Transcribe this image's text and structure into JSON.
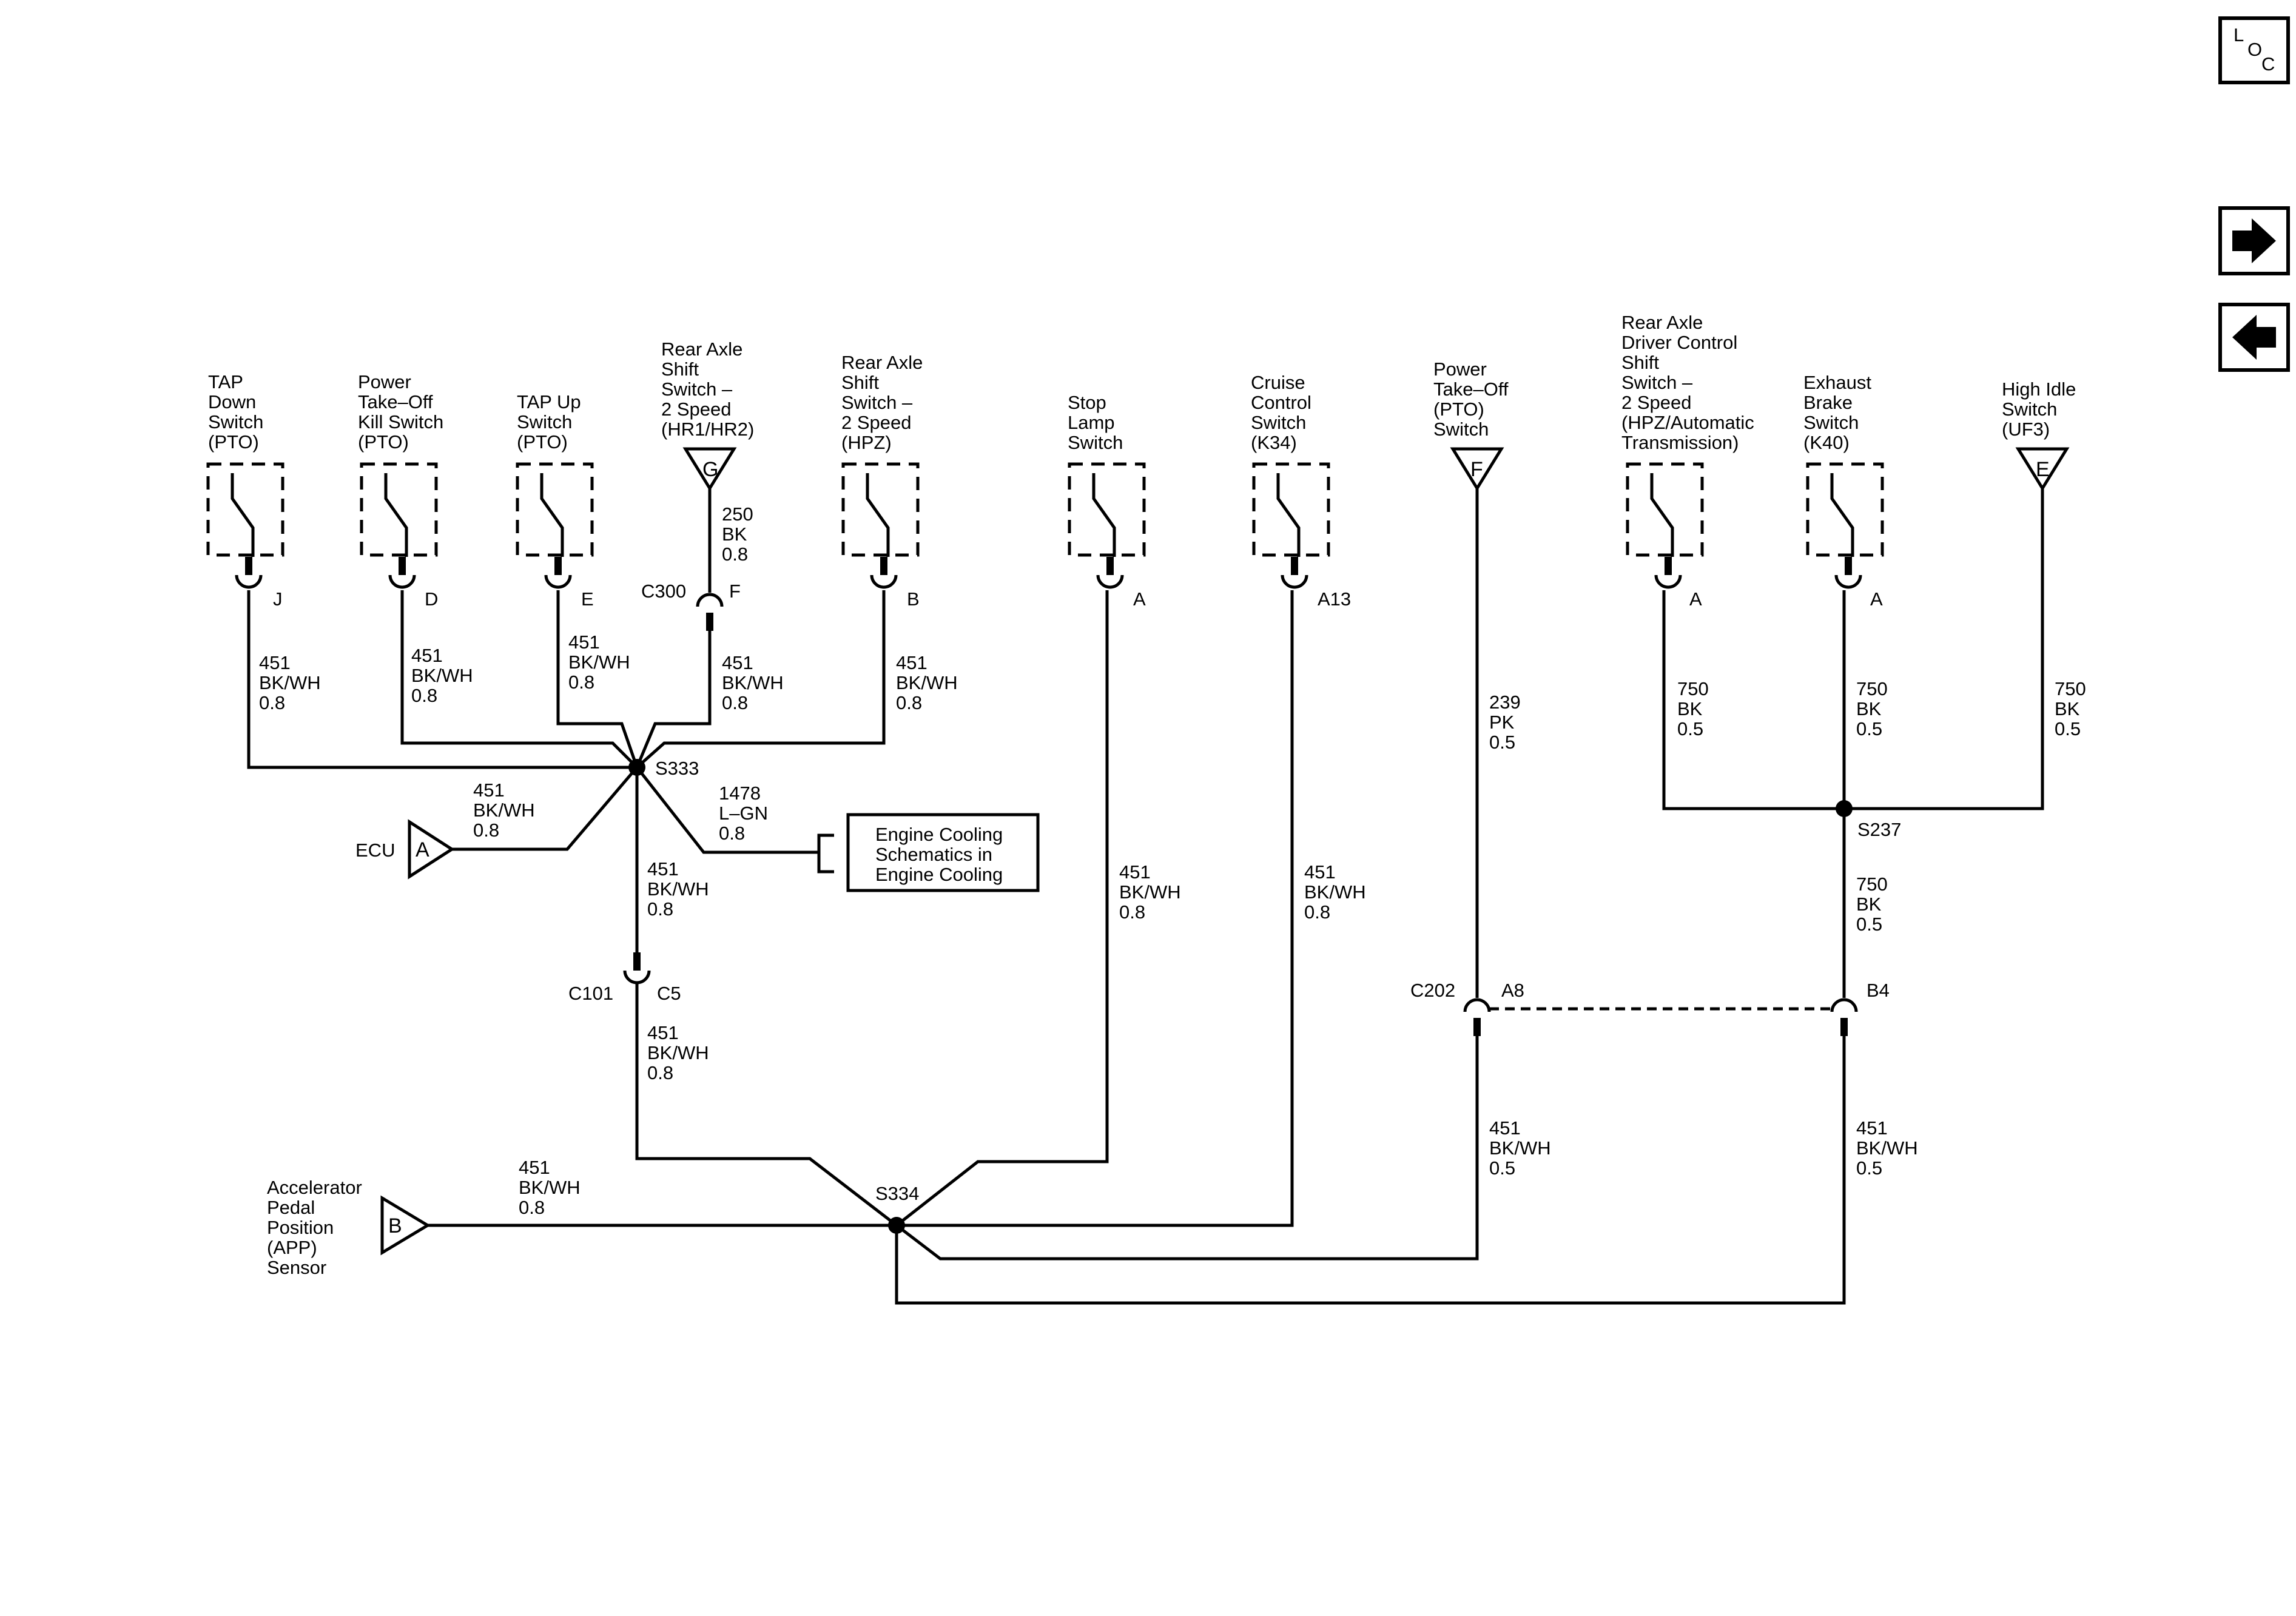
{
  "nav": {
    "loc": [
      "L",
      "O",
      "C"
    ],
    "forward_icon": "right-arrow-icon",
    "back_icon": "left-arrow-icon"
  },
  "components": {
    "tap_down": [
      "TAP",
      "Down",
      "Switch",
      "(PTO)"
    ],
    "pto_kill": [
      "Power",
      "Take–Off",
      "Kill Switch",
      "(PTO)"
    ],
    "tap_up": [
      "TAP Up",
      "Switch",
      "(PTO)"
    ],
    "rear_axle_hr": [
      "Rear Axle",
      "Shift",
      "Switch –",
      "2 Speed",
      "(HR1/HR2)"
    ],
    "rear_axle_hpz": [
      "Rear Axle",
      "Shift",
      "Switch –",
      "2 Speed",
      "(HPZ)"
    ],
    "stop_lamp": [
      "Stop",
      "Lamp",
      "Switch"
    ],
    "cruise": [
      "Cruise",
      "Control",
      "Switch",
      "(K34)"
    ],
    "pto_switch": [
      "Power",
      "Take–Off",
      "(PTO)",
      "Switch"
    ],
    "rear_axle_driver": [
      "Rear Axle",
      "Driver Control",
      "Shift",
      "Switch –",
      "2 Speed",
      "(HPZ/Automatic",
      "Transmission)"
    ],
    "exhaust_brake": [
      "Exhaust",
      "Brake",
      "Switch",
      "(K40)"
    ],
    "high_idle": [
      "High Idle",
      "Switch",
      "(UF3)"
    ],
    "ecu": "ECU",
    "app_sensor": [
      "Accelerator",
      "Pedal",
      "Position",
      "(APP)",
      "Sensor"
    ],
    "engine_cooling_ref": [
      "Engine Cooling",
      "Schematics in",
      "Engine Cooling"
    ]
  },
  "triangles": {
    "rear_axle_hr": "G",
    "pto_switch": "F",
    "high_idle": "E",
    "ecu": "A",
    "app_sensor": "B"
  },
  "pins": {
    "tap_down": "J",
    "pto_kill": "D",
    "tap_up": "E",
    "c300_pin": "F",
    "rear_axle_hpz": "B",
    "stop_lamp": "A",
    "cruise": "A13",
    "rear_axle_driver": "A",
    "exhaust_brake": "A",
    "c101_pin": "C5",
    "c202_pin_a": "A8",
    "c202_pin_b": "B4"
  },
  "connectors": {
    "c300": "C300",
    "c101": "C101",
    "c202": "C202"
  },
  "splices": {
    "s333": "S333",
    "s334": "S334",
    "s237": "S237"
  },
  "wires": {
    "tap_down": [
      "451",
      "BK/WH",
      "0.8"
    ],
    "pto_kill": [
      "451",
      "BK/WH",
      "0.8"
    ],
    "tap_up": [
      "451",
      "BK/WH",
      "0.8"
    ],
    "rear_axle_hr_upper": [
      "250",
      "BK",
      "0.8"
    ],
    "rear_axle_hr_lower": [
      "451",
      "BK/WH",
      "0.8"
    ],
    "rear_axle_hpz": [
      "451",
      "BK/WH",
      "0.8"
    ],
    "ecu": [
      "451",
      "BK/WH",
      "0.8"
    ],
    "engine_cooling": [
      "1478",
      "L–GN",
      "0.8"
    ],
    "s333_to_c101": [
      "451",
      "BK/WH",
      "0.8"
    ],
    "c101_to_s334": [
      "451",
      "BK/WH",
      "0.8"
    ],
    "stop_lamp": [
      "451",
      "BK/WH",
      "0.8"
    ],
    "cruise": [
      "451",
      "BK/WH",
      "0.8"
    ],
    "pto_switch": [
      "239",
      "PK",
      "0.5"
    ],
    "rear_axle_driver": [
      "750",
      "BK",
      "0.5"
    ],
    "exhaust_brake": [
      "750",
      "BK",
      "0.5"
    ],
    "high_idle": [
      "750",
      "BK",
      "0.5"
    ],
    "s237_to_c202": [
      "750",
      "BK",
      "0.5"
    ],
    "c202_a8_to_s334": [
      "451",
      "BK/WH",
      "0.5"
    ],
    "c202_b4_to_s334": [
      "451",
      "BK/WH",
      "0.5"
    ],
    "app": [
      "451",
      "BK/WH",
      "0.8"
    ]
  }
}
